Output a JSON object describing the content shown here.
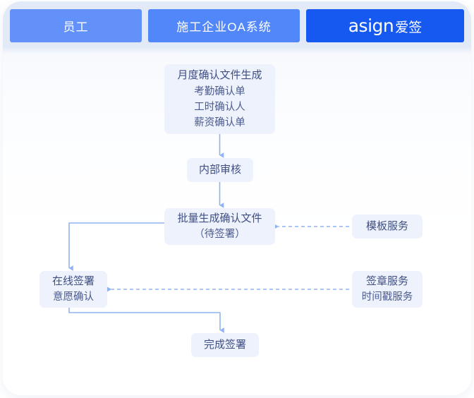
{
  "header": {
    "lanes": [
      {
        "id": "employee",
        "label": "员工"
      },
      {
        "id": "oa-system",
        "label": "施工企业OA系统"
      },
      {
        "id": "asign-brand",
        "label": "asign爱签",
        "logo_mark": "asign",
        "logo_cn": "爱签"
      }
    ]
  },
  "colors": {
    "lane_1": "#6291fa",
    "lane_2": "#5287f9",
    "lane_3": "#1659f0",
    "node_fill": "#eef2fd",
    "node_text": "#44548a",
    "connector": "#8fb4f0",
    "header_band": "#e3eaf7",
    "card_bg": "#ffffff"
  },
  "flow": {
    "nodes": [
      {
        "id": "monthly-confirmation-files",
        "lines": [
          "月度确认文件生成",
          "考勤确认单",
          "工时确认人",
          "薪资确认单"
        ]
      },
      {
        "id": "internal-review",
        "lines": [
          "内部审核"
        ]
      },
      {
        "id": "batch-generate",
        "lines": [
          "批量生成确认文件",
          "（待签署）"
        ]
      },
      {
        "id": "template-service",
        "lines": [
          "模板服务"
        ]
      },
      {
        "id": "online-signing",
        "lines": [
          "在线签署",
          "意愿确认"
        ]
      },
      {
        "id": "seal-timestamp-service",
        "lines": [
          "签章服务",
          "时间戳服务"
        ]
      },
      {
        "id": "signing-complete",
        "lines": [
          "完成签署"
        ]
      }
    ],
    "connectors": [
      {
        "id": "monthly-to-review",
        "style": "solid",
        "from": "monthly-confirmation-files",
        "to": "internal-review"
      },
      {
        "id": "review-to-batch",
        "style": "solid",
        "from": "internal-review",
        "to": "batch-generate"
      },
      {
        "id": "batch-to-signing",
        "style": "solid",
        "from": "batch-generate",
        "to": "online-signing"
      },
      {
        "id": "signing-to-complete",
        "style": "solid",
        "from": "online-signing",
        "to": "signing-complete"
      },
      {
        "id": "template-to-batch",
        "style": "dashed",
        "from": "template-service",
        "to": "batch-generate"
      },
      {
        "id": "seal-to-signing",
        "style": "dashed",
        "from": "seal-timestamp-service",
        "to": "online-signing"
      }
    ]
  }
}
